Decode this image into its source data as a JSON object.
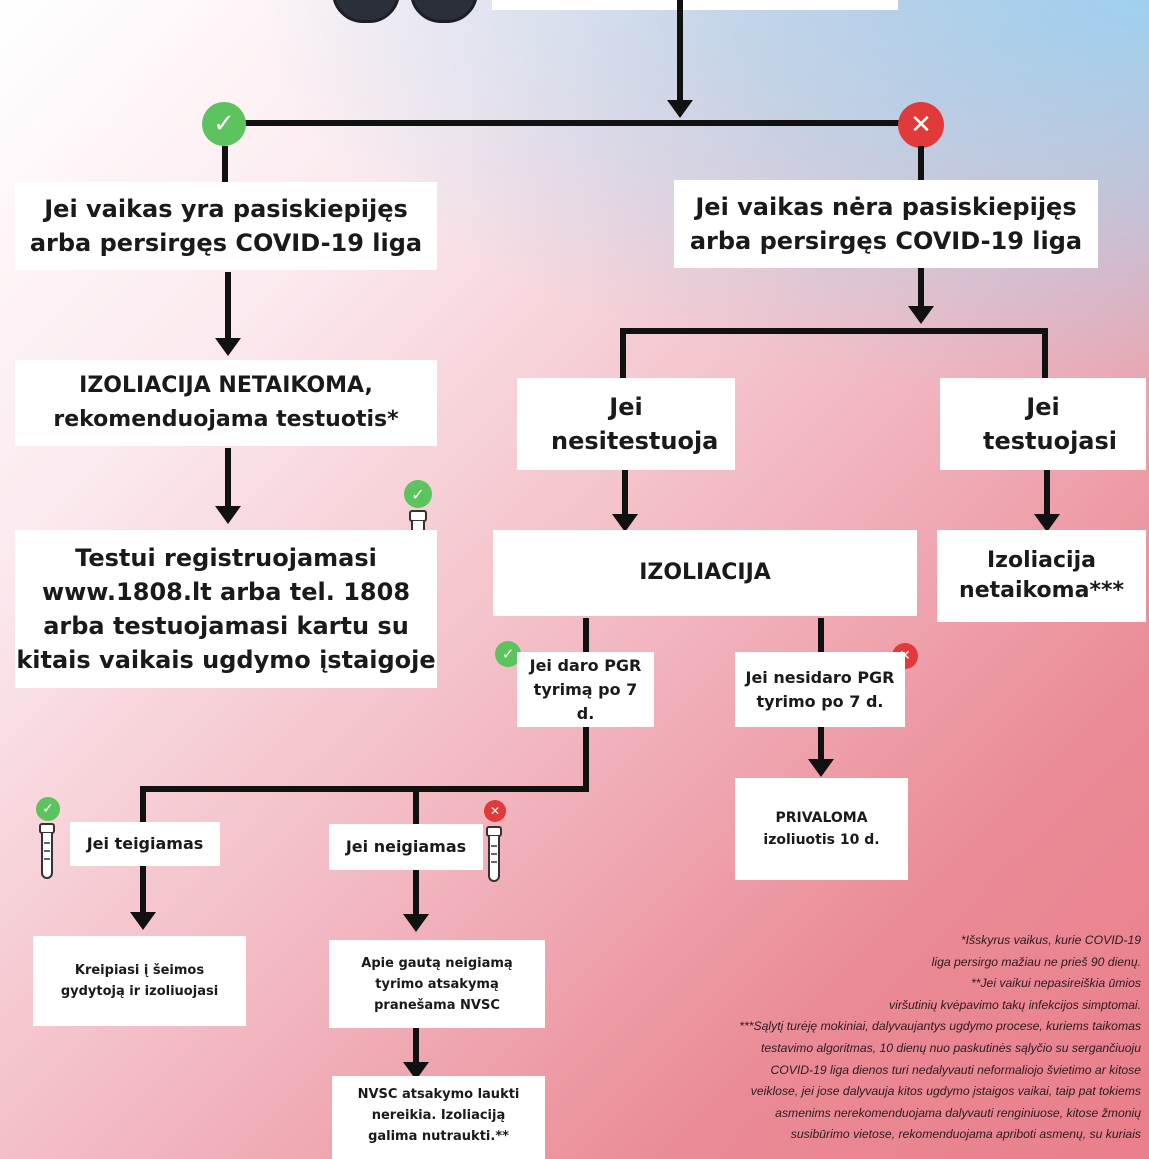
{
  "left_branch": {
    "condition": "Jei vaikas yra pasiskiepijęs arba persirgęs COVID-19 liga",
    "result": "IZOLIACIJA NETAIKOMA, rekomenduojama testuotis*",
    "action": "Testui registruojamasi www.1808.lt arba tel. 1808 arba testuojamasi kartu su kitais vaikais ugdymo įstaigoje"
  },
  "right_branch": {
    "condition": "Jei vaikas nėra pasiskiepijęs arba persirgęs COVID-19 liga",
    "not_testing": "Jei nesitestuoja",
    "testing": "Jei testuojasi",
    "isolation": "IZOLIACIJA",
    "no_isolation": "Izoliacija netaikoma***",
    "pcr_yes": "Jei daro PGR tyrimą po 7 d.",
    "pcr_no": "Jei nesidaro PGR tyrimo po 7 d.",
    "mandatory_title": "PRIVALOMA",
    "mandatory_text": "izoliuotis 10 d.",
    "positive": "Jei teigiamas",
    "negative": "Jei neigiamas",
    "positive_action": "Kreipiasi į šeimos gydytoją ir izoliuojasi",
    "negative_action": "Apie gautą neigiamą tyrimo atsakymą pranešama NVSC",
    "negative_result": "NVSC atsakymo laukti nereikia. Izoliaciją galima nutraukti.**"
  },
  "footnotes": [
    "*Išskyrus vaikus, kurie COVID-19",
    "liga persirgo mažiau ne prieš 90 dienų.",
    "**Jei vaikui nepasireiškia ūmios",
    "viršutinių kvėpavimo takų infekcijos simptomai.",
    "***Sąlytį turėję mokiniai, dalyvaujantys ugdymo procese, kuriems taikomas",
    "testavimo algoritmas, 10 dienų nuo paskutinės sąlyčio su sergančiuoju",
    "COVID-19 liga dienos turi nedalyvauti neformaliojo švietimo ar kitose",
    "veiklose, jei jose dalyvauja kitos ugdymo įstaigos vaikai, taip pat tokiems",
    "asmenims nerekomenduojama dalyvauti renginiuose, kitose žmonių",
    "susibūrimo vietose, rekomenduojama apriboti asmenų, su kuriais"
  ],
  "colors": {
    "ok": "#5cc35e",
    "no": "#e23a3a",
    "line": "#111111"
  },
  "icons": [
    "check-icon",
    "cross-icon",
    "test-tube-icon"
  ]
}
